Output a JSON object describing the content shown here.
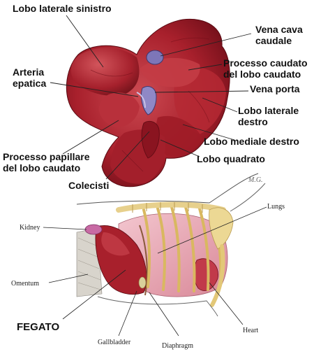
{
  "liver_view": {
    "labels": {
      "lobo_laterale_sinistro": "Lobo laterale sinistro",
      "vena_cava_caudale": [
        "Vena cava",
        "caudale"
      ],
      "arteria_epatica": [
        "Arteria",
        "epatica"
      ],
      "processo_caudato": [
        "Processo caudato",
        "del lobo caudato"
      ],
      "vena_porta": "Vena porta",
      "lobo_laterale_destro": [
        "Lobo laterale",
        "destro"
      ],
      "lobo_mediale_destro": "Lobo mediale destro",
      "processo_papillare": [
        "Processo papillare",
        "del lobo caudato"
      ],
      "lobo_quadrato": "Lobo quadrato",
      "colecisti": "Colecisti"
    },
    "colors": {
      "liver_base": "#a8202c",
      "liver_light": "#cc4a52",
      "liver_dark": "#6e0e18",
      "vessel": "#7d76b8",
      "leader_line": "#222222"
    }
  },
  "body_view": {
    "labels": {
      "kidney": "Kidney",
      "omentum": "Omentum",
      "fegato": "FEGATO",
      "gallbladder": "Gallbladder",
      "diaphragm": "Diaphragm",
      "heart": "Heart",
      "lungs": "Lungs"
    },
    "signature": "M.G.",
    "colors": {
      "lung": "#e8a8b8",
      "rib": "#e7d08c",
      "liver": "#a8202c",
      "omentum": "#d8d4cc"
    }
  }
}
